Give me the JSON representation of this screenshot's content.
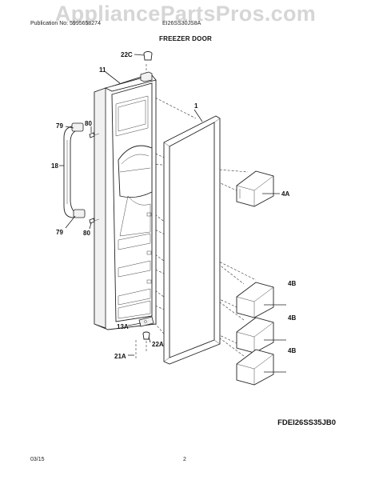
{
  "watermark": "AppliancePartsPros.com",
  "header": {
    "publication": "Publication No: 5995658274",
    "model": "EI26SS30JS8A"
  },
  "title": "FREEZER DOOR",
  "diagram_code": "FDEI26SS35JB0",
  "footer": {
    "date": "03/15",
    "page": "2"
  },
  "callouts": {
    "c22c": "22C",
    "c11": "11",
    "c1": "1",
    "c79a": "79",
    "c80a": "80",
    "c18": "18",
    "c79b": "79",
    "c80b": "80",
    "c4a": "4A",
    "c4b1": "4B",
    "c4b2": "4B",
    "c4b3": "4B",
    "c13a": "13A",
    "c22a": "22A",
    "c21a": "21A"
  }
}
